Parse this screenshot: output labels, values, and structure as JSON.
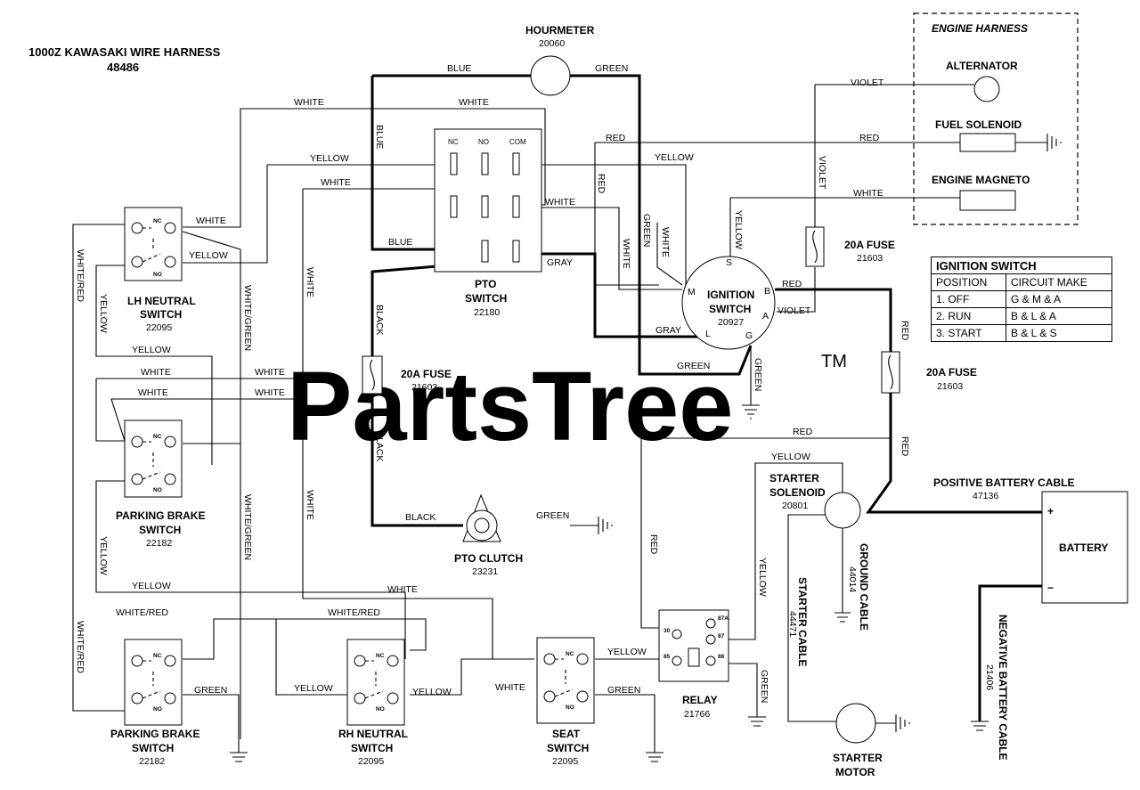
{
  "title": {
    "line1": "1000Z KAWASAKI WIRE HARNESS",
    "line2": "48486"
  },
  "watermark": {
    "text": "PartsTree",
    "mark": "TM",
    "color": "#cfcfcf"
  },
  "engine_harness": {
    "title": "ENGINE HARNESS",
    "alternator": "ALTERNATOR",
    "fuel_solenoid": "FUEL SOLENOID",
    "engine_magneto": "ENGINE MAGNETO"
  },
  "components": {
    "hourmeter": {
      "name": "HOURMETER",
      "part": "20060"
    },
    "pto_switch": {
      "name1": "PTO",
      "name2": "SWITCH",
      "part": "22180",
      "pins": [
        "NC",
        "NO",
        "COM"
      ]
    },
    "ignition_switch": {
      "name1": "IGNITION",
      "name2": "SWITCH",
      "part": "20927",
      "terminals": [
        "S",
        "M",
        "B",
        "A",
        "L",
        "G"
      ]
    },
    "fuse_left": {
      "name": "20A FUSE",
      "part": "21603"
    },
    "fuse_top_right": {
      "name": "20A FUSE",
      "part": "21603"
    },
    "fuse_right": {
      "name": "20A FUSE",
      "part": "21603"
    },
    "lh_neutral": {
      "name1": "LH NEUTRAL",
      "name2": "SWITCH",
      "part": "22095"
    },
    "parking_brake_upper": {
      "name1": "PARKING BRAKE",
      "name2": "SWITCH",
      "part": "22182"
    },
    "parking_brake_lower": {
      "name1": "PARKING BRAKE",
      "name2": "SWITCH",
      "part": "22182"
    },
    "rh_neutral": {
      "name1": "RH NEUTRAL",
      "name2": "SWITCH",
      "part": "22095"
    },
    "seat_switch": {
      "name1": "SEAT",
      "name2": "SWITCH",
      "part": "22095"
    },
    "pto_clutch": {
      "name": "PTO CLUTCH",
      "part": "23231"
    },
    "relay": {
      "name": "RELAY",
      "part": "21766",
      "pins": [
        "30",
        "87A",
        "87",
        "85",
        "86"
      ]
    },
    "starter_solenoid": {
      "name1": "STARTER",
      "name2": "SOLENOID",
      "part": "20801"
    },
    "starter_motor": {
      "name1": "STARTER",
      "name2": "MOTOR"
    },
    "battery": {
      "name": "BATTERY",
      "plus": "+",
      "minus": "−"
    },
    "positive_cable": {
      "name": "POSITIVE BATTERY CABLE",
      "part": "47136"
    },
    "negative_cable": {
      "name": "NEGATIVE BATTERY CABLE",
      "part": "21406"
    },
    "ground_cable": {
      "name": "GROUND CABLE",
      "part": "44014"
    },
    "starter_cable": {
      "name": "STARTER CABLE",
      "part": "44471"
    },
    "switch_labels": {
      "nc": "NC",
      "no": "NO"
    }
  },
  "wires": {
    "white": "WHITE",
    "yellow": "YELLOW",
    "blue": "BLUE",
    "green": "GREEN",
    "red": "RED",
    "black": "BLACK",
    "gray": "GRAY",
    "violet": "VIOLET",
    "white_red": "WHITE/RED",
    "white_green": "WHITE/GREEN"
  },
  "ignition_table": {
    "title": "IGNITION SWITCH",
    "headers": [
      "POSITION",
      "CIRCUIT MAKE"
    ],
    "rows": [
      [
        "1. OFF",
        "G & M & A"
      ],
      [
        "2. RUN",
        "B & L & A"
      ],
      [
        "3. START",
        "B & L & S"
      ]
    ]
  }
}
